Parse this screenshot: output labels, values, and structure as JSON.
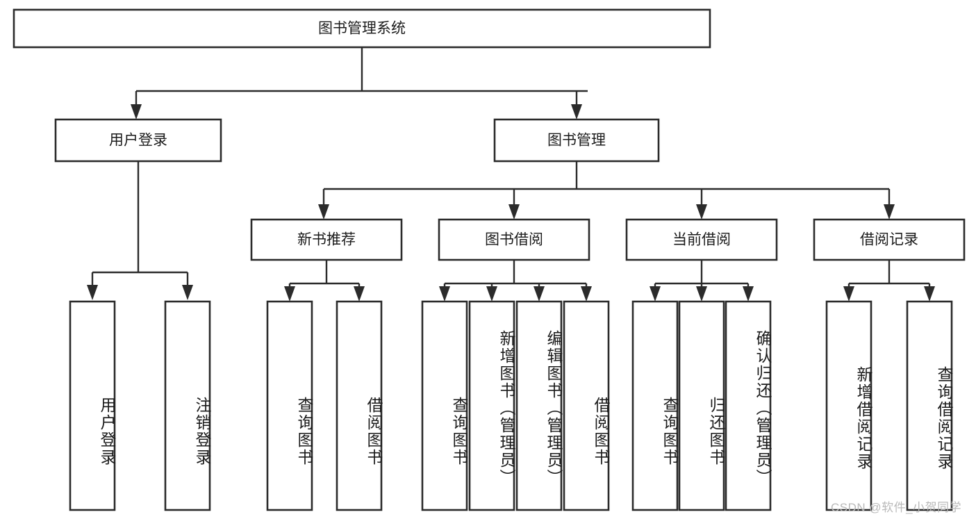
{
  "diagram": {
    "type": "tree-hierarchy",
    "title_node": {
      "id": "root",
      "label": "图书管理系统"
    },
    "level2": [
      {
        "id": "user-login",
        "label": "用户登录"
      },
      {
        "id": "book-management",
        "label": "图书管理"
      }
    ],
    "level3": [
      {
        "id": "new-book-recommend",
        "label": "新书推荐",
        "parent": "book-management"
      },
      {
        "id": "book-borrow",
        "label": "图书借阅",
        "parent": "book-management"
      },
      {
        "id": "current-borrow",
        "label": "当前借阅",
        "parent": "book-management"
      },
      {
        "id": "borrow-record",
        "label": "借阅记录",
        "parent": "book-management"
      }
    ],
    "leaves": [
      {
        "id": "leaf-user-login",
        "label": "用户登录",
        "parent": "user-login"
      },
      {
        "id": "leaf-logout-login",
        "label": "注销登录",
        "parent": "user-login"
      },
      {
        "id": "leaf-query-book-1",
        "label": "查询图书",
        "parent": "new-book-recommend"
      },
      {
        "id": "leaf-borrow-book-1",
        "label": "借阅图书",
        "parent": "new-book-recommend"
      },
      {
        "id": "leaf-query-book-2",
        "label": "查询图书",
        "parent": "book-borrow"
      },
      {
        "id": "leaf-add-book",
        "label": "新增图书（管理员）",
        "parent": "book-borrow"
      },
      {
        "id": "leaf-edit-book",
        "label": "编辑图书（管理员）",
        "parent": "book-borrow"
      },
      {
        "id": "leaf-borrow-book-2",
        "label": "借阅图书",
        "parent": "book-borrow"
      },
      {
        "id": "leaf-query-book-3",
        "label": "查询图书",
        "parent": "current-borrow"
      },
      {
        "id": "leaf-return-book",
        "label": "归还图书",
        "parent": "current-borrow"
      },
      {
        "id": "leaf-confirm-return",
        "label": "确认归还（管理员）",
        "parent": "current-borrow"
      },
      {
        "id": "leaf-add-record",
        "label": "新增借阅记录",
        "parent": "borrow-record"
      },
      {
        "id": "leaf-query-record",
        "label": "查询借阅记录",
        "parent": "borrow-record"
      }
    ]
  },
  "watermark": {
    "text": "CSDN @软件_小贺同学"
  },
  "colors": {
    "stroke": "#2b2b2b",
    "fill": "#ffffff",
    "text": "#1b1b1b",
    "watermark": "#b9b9b9"
  }
}
